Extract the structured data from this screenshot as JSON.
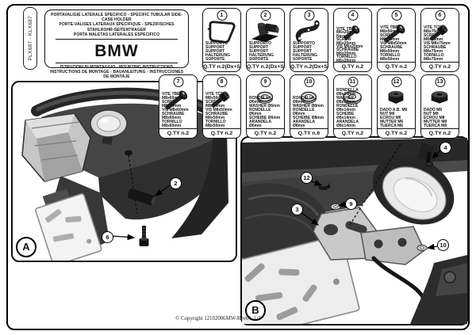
{
  "page": {
    "code_label": "PLX687 - KLX687",
    "copyright": "© Copyright 12102006MW-Rev01, 1/3"
  },
  "header": {
    "title": {
      "l1": "PORTAVALIGIE LATERALE SPECIFICO - SPECIFIC TUBULAR SIDE-CASE HOLDER",
      "l2": "PORTE-VALISES LATERAUX SPECIFIQUE - SPEZIFISCHES STAHLROHR-SEITENTRAGER",
      "l3": "PORTA MALETAS LATERALES ESPECIFICO"
    },
    "brand": "BMW",
    "instructions": {
      "l1": "ISTRUZIONI DI MONTAGGIO - MOUNTING INSTRUCTIONS",
      "l2": "INSTRUCTIONS DE MONTAGE - BAUANLEITUNG - INSTRUCCIONES DE MONTAJE"
    }
  },
  "parts": [
    {
      "num": "1",
      "icon": "case-holder",
      "name": "SUPPORTO\nSUPPORT\nSUPPORT\nHALTERUNG\nSOPORTE",
      "qty": "Q.TY n.2(Dx+Sx)"
    },
    {
      "num": "2",
      "icon": "support-block",
      "name": "SUPPORTO\nSUPPORT\nSUPPORT\nHALTERUNG\nSOPORTE",
      "qty": "Q.TY n.2(Dx+Sx)"
    },
    {
      "num": "3",
      "icon": "bracket-arm",
      "name": "SUPPORTO\nSUPPORT\nSUPPORT\nHALTERUNG\nSOPORTE",
      "qty": "Q.TY n.2(Dx+Sx)"
    },
    {
      "num": "4",
      "icon": "screw-button",
      "name": "VITE TBEI M6x20mm\nNera\nSCREW M6x20mm\nVIS M6x20mm\nSCHRAUBE M6x20mm\nTORNILLO M6x20mm",
      "qty": "Q.TY n.2"
    },
    {
      "num": "5",
      "icon": "screw-button-long",
      "name": "VITE TBEI M8x50mm\nSCREW M8x50mm\nVIS M8x50mm\nSCHRAUBE M8x50mm\nTORNILLO M8x50mm",
      "qty": "Q.TY n.2"
    },
    {
      "num": "6",
      "icon": "screw-socket",
      "name": "VITE TCEI M8x75mm\nSCREW M8x75mm\nVIS M8x75mm\nSCHRAUBE M8x75mm\nTORNILLO M8x75mm",
      "qty": "Q.TY n.2"
    },
    {
      "num": "7",
      "icon": "screw-button-long",
      "name": "VITE TBEI M8x60mm\nSCREW M8x60mm\nVIS M8x60mm\nSCHRAUBE M8x60mm\nTORNILLO M8x60mm",
      "qty": "Q.TY n.2"
    },
    {
      "num": "8",
      "icon": "screw-socket",
      "name": "VITE TCEI M8x50mm\nSCREW M8x50mm\nVIS M8x50mm\nSCHRAUBE M8x50mm\nTORNILLO M8x50mm",
      "qty": "Q.TY n.2"
    },
    {
      "num": "9",
      "icon": "washer",
      "name": "RONDELLA Ø6mm\nWASHER Ø6mm\nRONDELLE Ø6mm\nSCHEIBE Ø6mm\nARANDELA Ø6mm",
      "qty": "Q.TY n.2"
    },
    {
      "num": "10",
      "icon": "washer",
      "name": "RONDELLA Ø8mm\nWASHER Ø8mm\nRONDELLE Ø8mm\nSCHEIBE Ø8mm\nARANDELA Ø8mm",
      "qty": "Q.TY n.6"
    },
    {
      "num": "11",
      "icon": "washer-large",
      "name": "RONDELLA Ø8x14mm\nWASHER Ø8x14mm\nRONDELLE Ø8x14mm\nSCHEIBE Ø8x14mm\nARANDELA Ø8x14mm",
      "qty": "Q.TY n.2"
    },
    {
      "num": "12",
      "icon": "nut",
      "name": "DADO A.B. M6\nNUT M6\nECROU M6\nMUTTER M6\nTUERCA M6",
      "qty": "Q.TY n.2"
    },
    {
      "num": "13",
      "icon": "nut",
      "name": "DADO M8\nNUT M8\nECROU M8\nMUTTER M8\nTUERCA M8",
      "qty": "Q.TY n.2"
    }
  ],
  "panelA": {
    "label": "A",
    "callouts": {
      "c2": "2",
      "c6": "6"
    }
  },
  "panelB": {
    "label": "B",
    "callouts": {
      "c3": "3",
      "c4": "4",
      "c9": "9",
      "c10": "10",
      "c12": "12"
    }
  },
  "colors": {
    "ink": "#111111",
    "body_dark": "#2e2e2e",
    "body_mid": "#454545",
    "metal_light": "#c9c9c9",
    "lens_light": "#ececec"
  }
}
